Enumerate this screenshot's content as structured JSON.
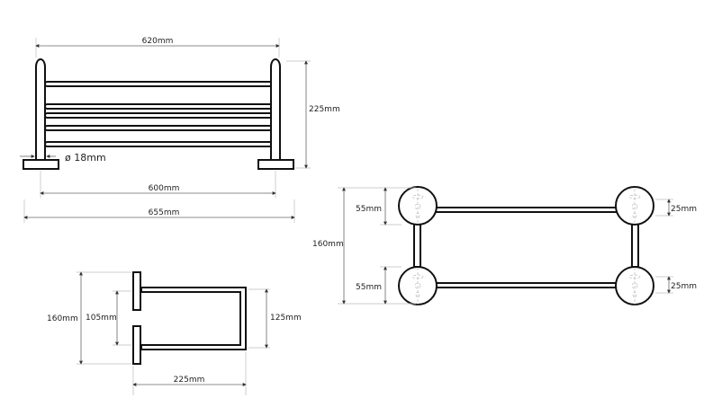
{
  "front_view": {
    "width_top": "620mm",
    "height": "225mm",
    "tube_diameter": "ø 18mm",
    "inner_width": "600mm",
    "total_width": "655mm"
  },
  "side_view": {
    "height": "160mm",
    "arm_spacing": "105mm",
    "arm_outer": "125mm",
    "depth": "225mm"
  },
  "back_view": {
    "height": "160mm",
    "top_plate": "55mm",
    "bottom_plate": "55mm",
    "top_hole": "25mm",
    "bottom_hole": "25mm"
  }
}
